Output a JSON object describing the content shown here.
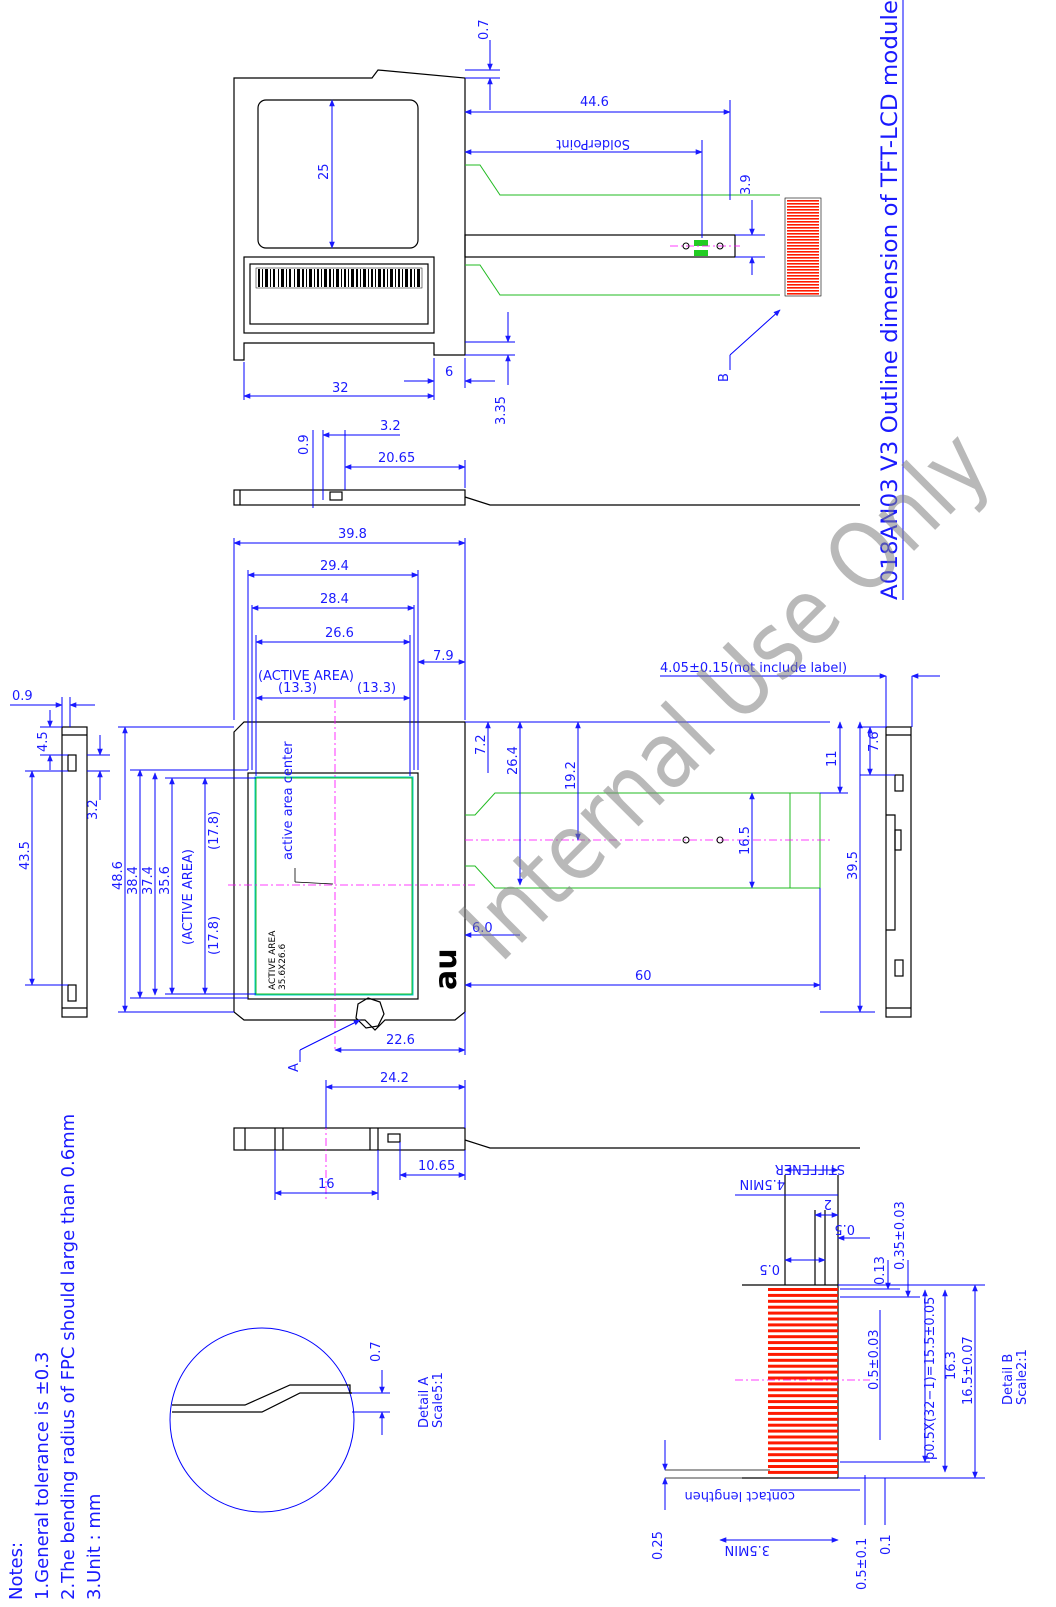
{
  "title": "A018AN03 V3 Outline dimension of TFT-LCD module",
  "watermark": "Internal Use Only",
  "logo_text": "au",
  "notes": {
    "heading": "Notes:",
    "lines": [
      "1.General tolerance is ±0.3",
      "2.The bending radius of FPC should large than 0.6mm",
      "3.Unit : mm"
    ]
  },
  "rear_view": {
    "dims": {
      "d0_7": "0.7",
      "d44_6": "44.6",
      "solder_point": "SolderPoint",
      "d3_9": "3.9",
      "d25": "25",
      "d32": "32",
      "d6": "6",
      "d3_35": "3.35",
      "b_label": "B"
    }
  },
  "top_side_view": {
    "dims": {
      "d0_9": "0.9",
      "d3_2": "3.2",
      "d20_65": "20.65"
    }
  },
  "front_view": {
    "dims": {
      "d39_8": "39.8",
      "d29_4": "29.4",
      "d28_4": "28.4",
      "d26_6": "26.6",
      "d7_9": "7.9",
      "active_area": "(ACTIVE AREA)",
      "d13_3a": "(13.3)",
      "d13_3b": "(13.3)",
      "d7_2": "7.2",
      "d26_4": "26.4",
      "d19_2": "19.2",
      "d11": "11",
      "d16_5": "16.5",
      "d39_5": "39.5",
      "d48_6": "48.6",
      "d38_4": "38.4",
      "d37_4": "37.4",
      "d35_6": "35.6",
      "active_area_v": "(ACTIVE AREA)",
      "d17_8a": "(17.8)",
      "d17_8b": "(17.8)",
      "active_center": "active area center",
      "active_label1": "ACTIVE AREA",
      "active_label2": "35.6X26.6",
      "d6_0": "6.0",
      "d60": "60",
      "d22_6": "22.6",
      "a_label": "A",
      "thickness": "4.05±0.15(not include label)"
    }
  },
  "left_side_view": {
    "dims": {
      "d0_9": "0.9",
      "d4_5": "4.5",
      "d3_2": "3.2",
      "d43_5": "43.5"
    }
  },
  "right_side_view": {
    "dims": {
      "d7_6": "7.6"
    }
  },
  "bottom_side_view": {
    "dims": {
      "d24_2": "24.2",
      "d16": "16",
      "d10_65": "10.65"
    }
  },
  "detail_a": {
    "dim": "0.7",
    "title": "Detail A",
    "scale": "Scale5:1"
  },
  "detail_b": {
    "title": "Detail B",
    "scale": "Scale2:1",
    "dims": {
      "stiffener": "STIFFENER",
      "min4_5": "4.5MIN",
      "d2": "2",
      "d0_5a": "0.5",
      "d0_5b": "0.5",
      "d0_13": "0.13",
      "d0_35": "0.35±0.03",
      "pitch": "p0.5X(32−1)=15.5±0.05",
      "d0_5c": "0.5±0.03",
      "d16_3": "16.3",
      "d16_5": "16.5±0.07",
      "contact": "contact lengthen",
      "min3_5": "3.5MIN",
      "d0_25": "0.25",
      "d0_5d": "0.5±0.1",
      "d0_1": "0.1"
    }
  }
}
